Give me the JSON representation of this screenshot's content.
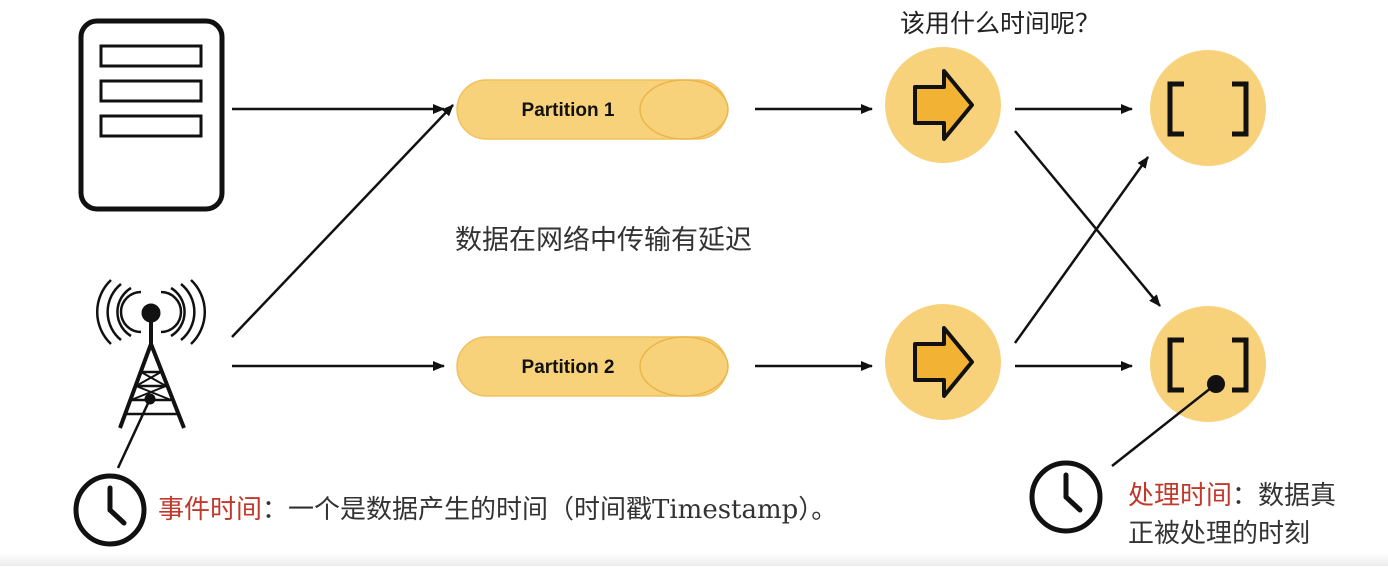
{
  "diagram": {
    "question": "该用什么时间呢？",
    "delay_note": "数据在网络中传输有延迟",
    "partitions": [
      {
        "label": "Partition 1"
      },
      {
        "label": "Partition 2"
      }
    ],
    "event_time": {
      "term": "事件时间",
      "description": "：一个是数据产生的时间（时间戳Timestamp）。"
    },
    "processing_time": {
      "term": "处理时间",
      "description_line1": "：数据真",
      "description_line2": "正被处理的时刻"
    },
    "icons": [
      "server-icon",
      "antenna-tower-icon",
      "clock-icon",
      "arrow-operator-icon",
      "window-bracket-icon"
    ],
    "colors": {
      "partition_fill": "#f8d27a",
      "operator_circle": "#f8d27a",
      "operator_arrow": "#f2b233",
      "highlight_term": "#c0392b",
      "line": "#111111"
    }
  }
}
